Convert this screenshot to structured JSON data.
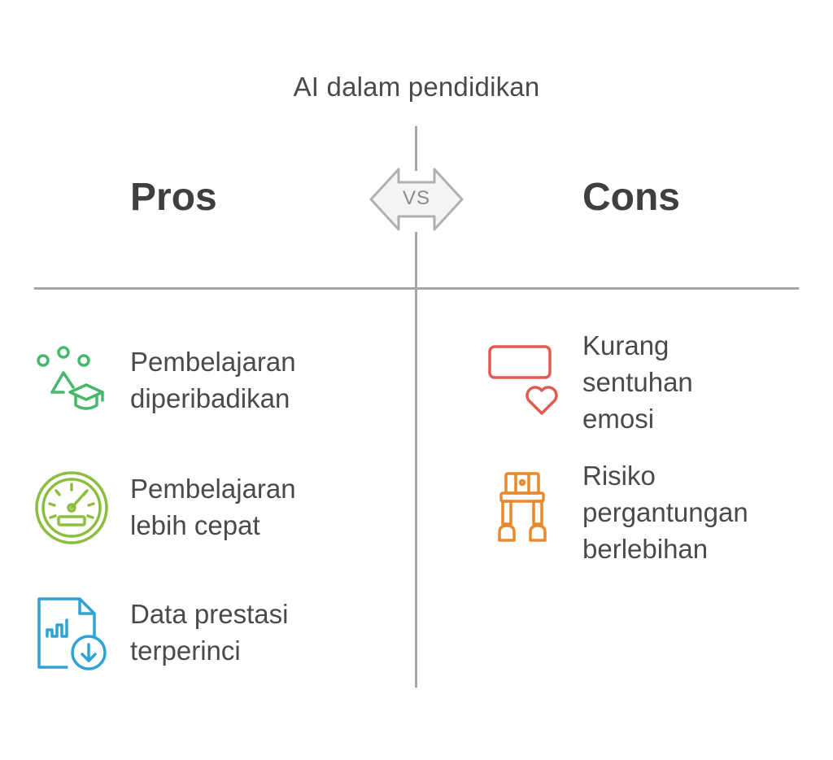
{
  "title": "AI dalam pendidikan",
  "vs_label": "VS",
  "pros": {
    "heading": "Pros",
    "items": [
      {
        "lines": [
          "Pembelajaran",
          "diperibadikan"
        ],
        "icon": "personalized-learning-icon",
        "color": "#46b86c"
      },
      {
        "lines": [
          "Pembelajaran",
          "lebih cepat"
        ],
        "icon": "speedometer-icon",
        "color": "#8dbd3f"
      },
      {
        "lines": [
          "Data prestasi",
          "terperinci"
        ],
        "icon": "data-report-download-icon",
        "color": "#2ea3d4"
      }
    ]
  },
  "cons": {
    "heading": "Cons",
    "items": [
      {
        "lines": [
          "Kurang",
          "sentuhan",
          "emosi"
        ],
        "icon": "message-heart-icon",
        "color": "#e05a52"
      },
      {
        "lines": [
          "Risiko",
          "pergantungan",
          "berlebihan"
        ],
        "icon": "robot-icon",
        "color": "#e8892c"
      }
    ]
  },
  "colors": {
    "divider": "#a6a6a6",
    "text": "#4a4a4a",
    "heading": "#3f3f3f"
  }
}
